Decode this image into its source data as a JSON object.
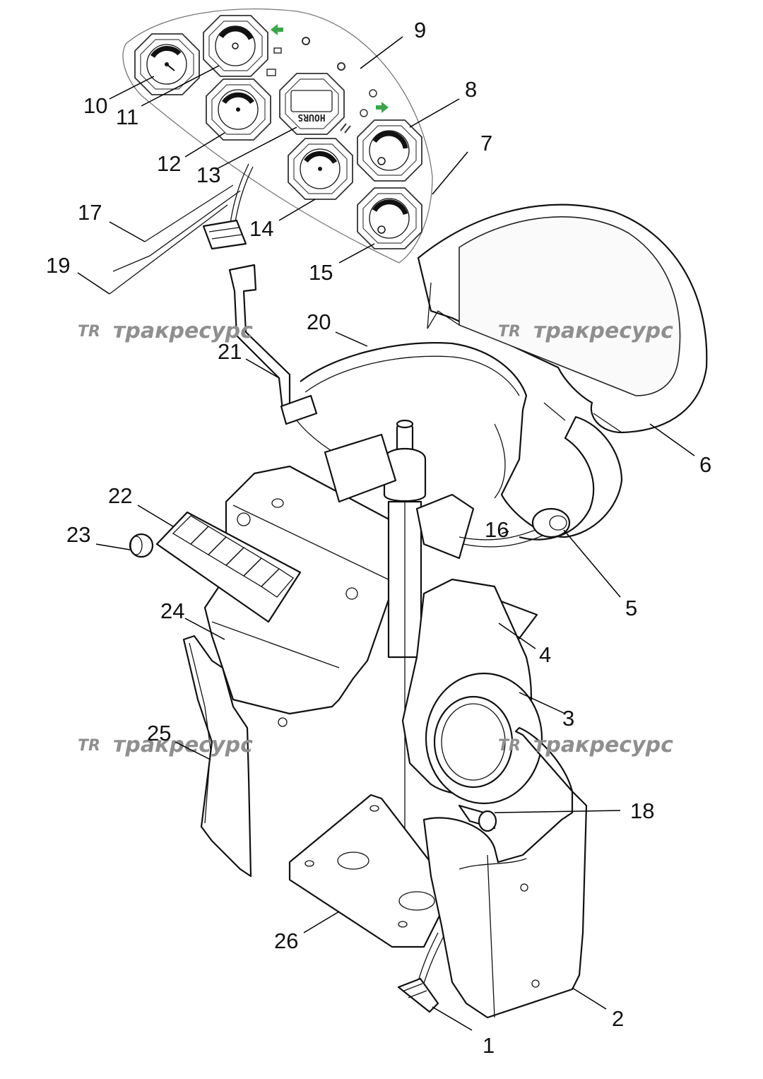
{
  "watermark": {
    "logo": "TR",
    "text": "тракресурс"
  },
  "hour_meter_text": "HOURS",
  "callouts": [
    {
      "id": "1",
      "label": "1"
    },
    {
      "id": "2",
      "label": "2"
    },
    {
      "id": "3",
      "label": "3"
    },
    {
      "id": "4",
      "label": "4"
    },
    {
      "id": "5",
      "label": "5"
    },
    {
      "id": "6",
      "label": "6"
    },
    {
      "id": "7",
      "label": "7"
    },
    {
      "id": "8",
      "label": "8"
    },
    {
      "id": "9",
      "label": "9"
    },
    {
      "id": "10",
      "label": "10"
    },
    {
      "id": "11",
      "label": "11"
    },
    {
      "id": "12",
      "label": "12"
    },
    {
      "id": "13",
      "label": "13"
    },
    {
      "id": "14",
      "label": "14"
    },
    {
      "id": "15",
      "label": "15"
    },
    {
      "id": "16",
      "label": "16"
    },
    {
      "id": "17",
      "label": "17"
    },
    {
      "id": "18",
      "label": "18"
    },
    {
      "id": "19",
      "label": "19"
    },
    {
      "id": "20",
      "label": "20"
    },
    {
      "id": "21",
      "label": "21"
    },
    {
      "id": "22",
      "label": "22"
    },
    {
      "id": "23",
      "label": "23"
    },
    {
      "id": "24",
      "label": "24"
    },
    {
      "id": "25",
      "label": "25"
    },
    {
      "id": "26",
      "label": "26"
    }
  ],
  "colors": {
    "line": "#111111",
    "watermark": "#8f8f8f",
    "indicator_green": "#3aa64a"
  }
}
